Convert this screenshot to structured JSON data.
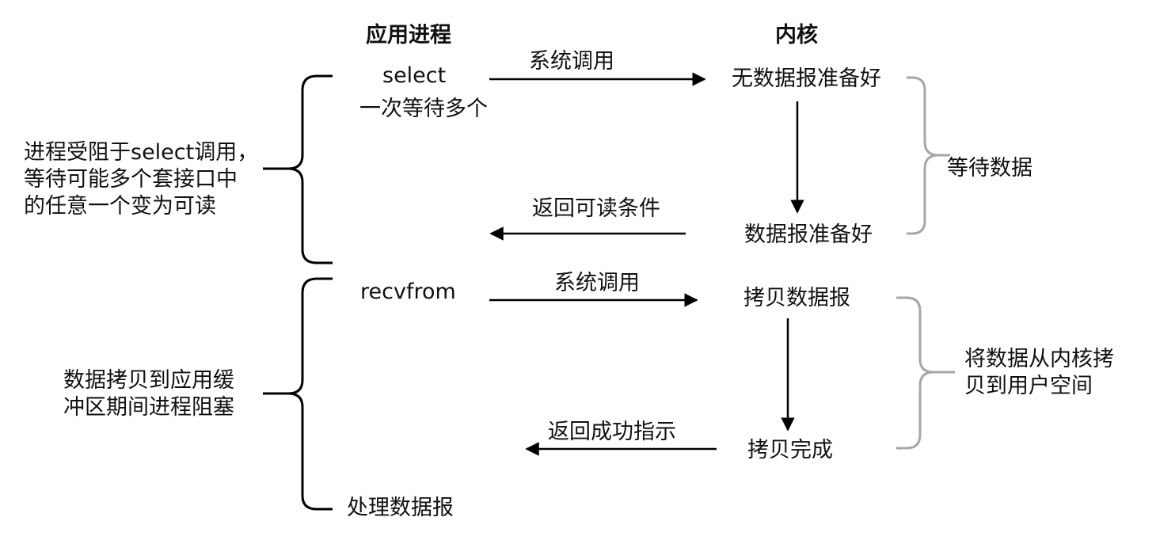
{
  "headers": {
    "app": "应用进程",
    "kernel": "内核"
  },
  "app_labels": {
    "select": "select",
    "select_sub": "一次等待多个",
    "recvfrom": "recvfrom",
    "process": "处理数据报"
  },
  "kernel_labels": {
    "no_data": "无数据报准备好",
    "data_ready": "数据报准备好",
    "copy": "拷贝数据报",
    "copy_done": "拷贝完成"
  },
  "arrows": {
    "syscall_1": "系统调用",
    "return_readable": "返回可读条件",
    "syscall_2": "系统调用",
    "return_success": "返回成功指示"
  },
  "left_notes": {
    "blocked_select": [
      "进程受阻于select调用，",
      "等待可能多个套接口中",
      "的任意一个变为可读"
    ],
    "blocked_copy": [
      "数据拷贝到应用缓",
      "冲区期间进程阻塞"
    ]
  },
  "right_notes": {
    "wait_data": "等待数据",
    "copy_to_user": [
      "将数据从内核拷",
      "贝到用户空间"
    ]
  },
  "colors": {
    "line": "#000000",
    "bracket_gray": "#a6a6a6"
  }
}
